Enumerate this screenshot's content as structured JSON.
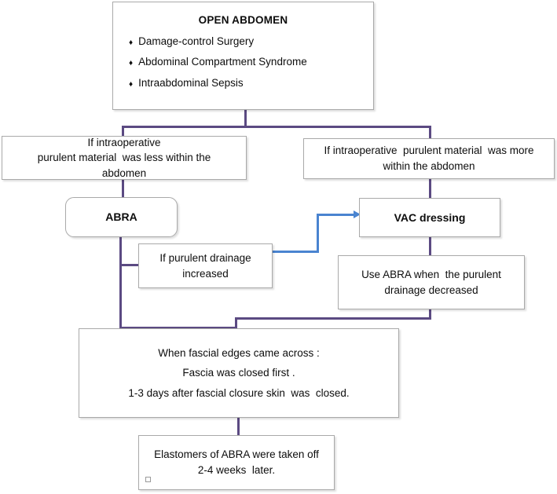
{
  "diagram": {
    "title": "Open abdomen management flowchart",
    "colors": {
      "connector_purple": "#5b4a82",
      "connector_blue": "#4a84d0",
      "box_border": "#a9a9a9",
      "text": "#0d0d0d",
      "background": "#ffffff"
    }
  },
  "nodes": {
    "open_abdomen": {
      "title": "OPEN ABDOMEN",
      "bullet_glyph": "♦",
      "bullets": [
        "Damage-control Surgery",
        "Abdominal Compartment Syndrome",
        "Intraabdominal Sepsis"
      ]
    },
    "less_purulent": {
      "line1": "If intraoperative",
      "line2": "purulent material  was less within the",
      "line3": "abdomen"
    },
    "more_purulent": {
      "line1": "If intraoperative  purulent material  was more",
      "line2": "within the abdomen"
    },
    "abra": {
      "label": "ABRA"
    },
    "vac_dressing": {
      "label": "VAC dressing"
    },
    "drainage_increased": {
      "line1": "If purulent drainage",
      "line2": "increased"
    },
    "use_abra": {
      "line1": "Use ABRA when  the purulent",
      "line2": "drainage decreased"
    },
    "fascial_closure": {
      "line1": "When fascial edges came across :",
      "line2": "Fascia was closed first .",
      "line3": "1-3 days after fascial closure skin  was  closed."
    },
    "elastomers": {
      "line1": "Elastomers of ABRA were taken off",
      "line2": "2-4 weeks  later."
    }
  }
}
